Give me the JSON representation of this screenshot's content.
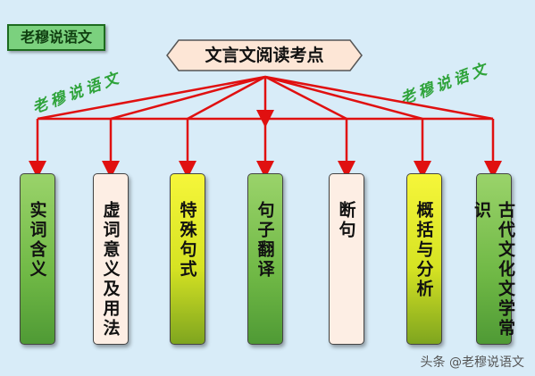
{
  "brand_label": "老穆说语文",
  "root": {
    "label": "文言文阅读考点"
  },
  "watermarks": [
    "老穆说语文",
    "老穆说语文"
  ],
  "nodes": [
    {
      "label": "实词含义",
      "style": "green"
    },
    {
      "label": "虚词意义及用法",
      "style": "pink"
    },
    {
      "label": "特殊句式",
      "style": "yellow"
    },
    {
      "label": "句子翻译",
      "style": "green"
    },
    {
      "label": "断句",
      "style": "pink"
    },
    {
      "label": "概括与分析",
      "style": "yellow"
    },
    {
      "label": "古代文化文学常识",
      "style": "green"
    }
  ],
  "footer": "头条 @老穆说语文",
  "colors": {
    "background": "#d8ecf8",
    "arrow": "#e01010",
    "title_fill": "#fde6d6"
  }
}
